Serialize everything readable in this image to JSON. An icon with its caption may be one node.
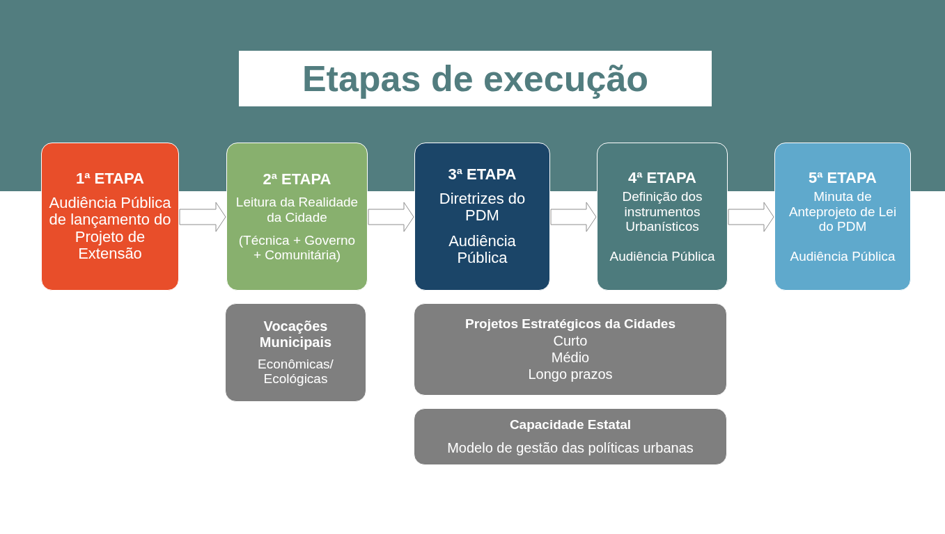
{
  "diagram": {
    "title": "Etapas de execução",
    "nodes": [
      {
        "text": [
          "1ª ETAPA",
          "Audiência Pública de lançamento do Projeto de Extensão"
        ]
      },
      {
        "text": [
          "2ª ETAPA",
          "Leitura da Realidade da Cidade",
          "(Técnica + Governo + Comunitária)"
        ]
      },
      {
        "text": [
          "3ª ETAPA",
          "Diretrizes do PDM",
          "Audiência Pública"
        ]
      },
      {
        "text": [
          "4ª ETAPA",
          "Definição dos instrumentos Urbanísticos",
          "Audiência Pública"
        ]
      },
      {
        "text": [
          "5ª ETAPA",
          "Minuta de Anteprojeto de Lei do PDM",
          "Audiência Pública"
        ]
      },
      {
        "text": [
          "Vocações Municipais",
          "Econômicas/ Ecológicas"
        ]
      },
      {
        "text": [
          "Projetos Estratégicos da Cidades",
          "Curto",
          "Médio",
          "Longo prazos"
        ]
      },
      {
        "text": [
          "Capacidade Estatal",
          "Modelo de gestão das políticas urbanas"
        ]
      }
    ],
    "edges": [
      {
        "from": 0,
        "to": 1,
        "arrow": "to"
      },
      {
        "from": 1,
        "to": 2,
        "arrow": "to"
      },
      {
        "from": 2,
        "to": 3,
        "arrow": "to"
      },
      {
        "from": 3,
        "to": 4,
        "arrow": "to"
      }
    ]
  }
}
